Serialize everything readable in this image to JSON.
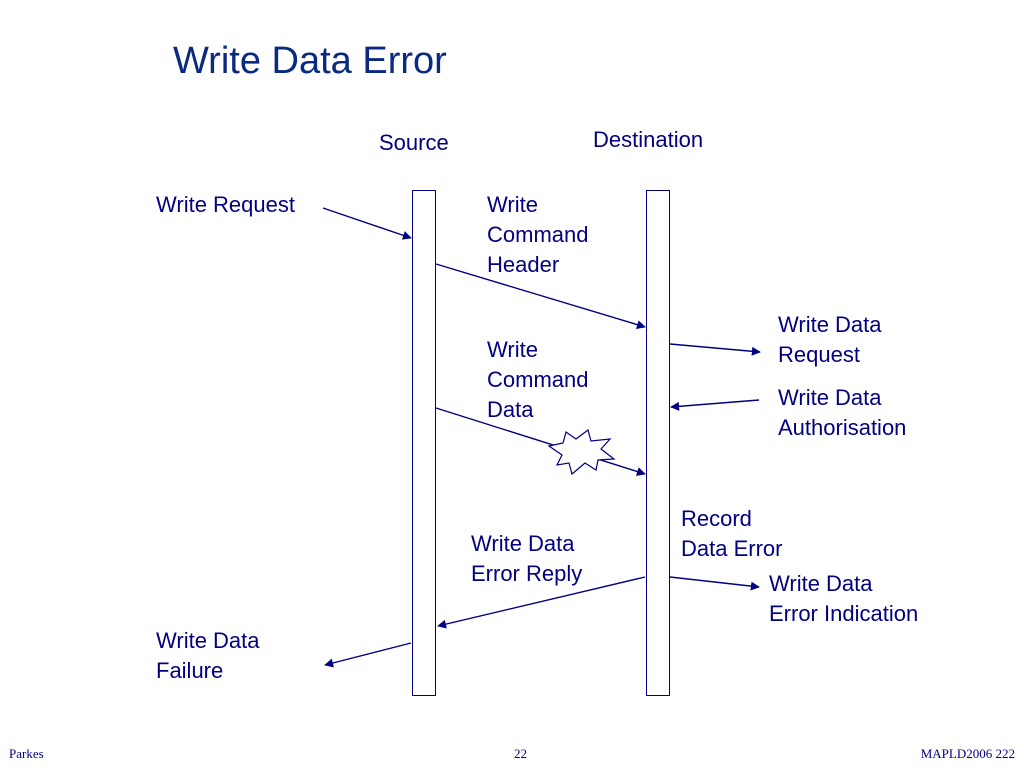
{
  "title": "Write Data Error",
  "colors": {
    "ink": "#000080",
    "title": "#0a2a80"
  },
  "participants": {
    "source": "Source",
    "destination": "Destination"
  },
  "messages": {
    "write_request": "Write Request",
    "write_command_header": [
      "Write",
      "Command",
      "Header"
    ],
    "write_data_request": [
      "Write Data",
      "Request"
    ],
    "write_command_data": [
      "Write",
      "Command",
      "Data"
    ],
    "write_data_authorisation": [
      "Write Data",
      "Authorisation"
    ],
    "record_data_error": [
      "Record",
      "Data Error"
    ],
    "write_data_error_reply": [
      "Write Data",
      "Error Reply"
    ],
    "write_data_error_indication": [
      "Write Data",
      "Error Indication"
    ],
    "write_data_failure": [
      "Write Data",
      "Failure"
    ]
  },
  "footer": {
    "author": "Parkes",
    "page": "22",
    "conference": "MAPLD2006 222"
  }
}
